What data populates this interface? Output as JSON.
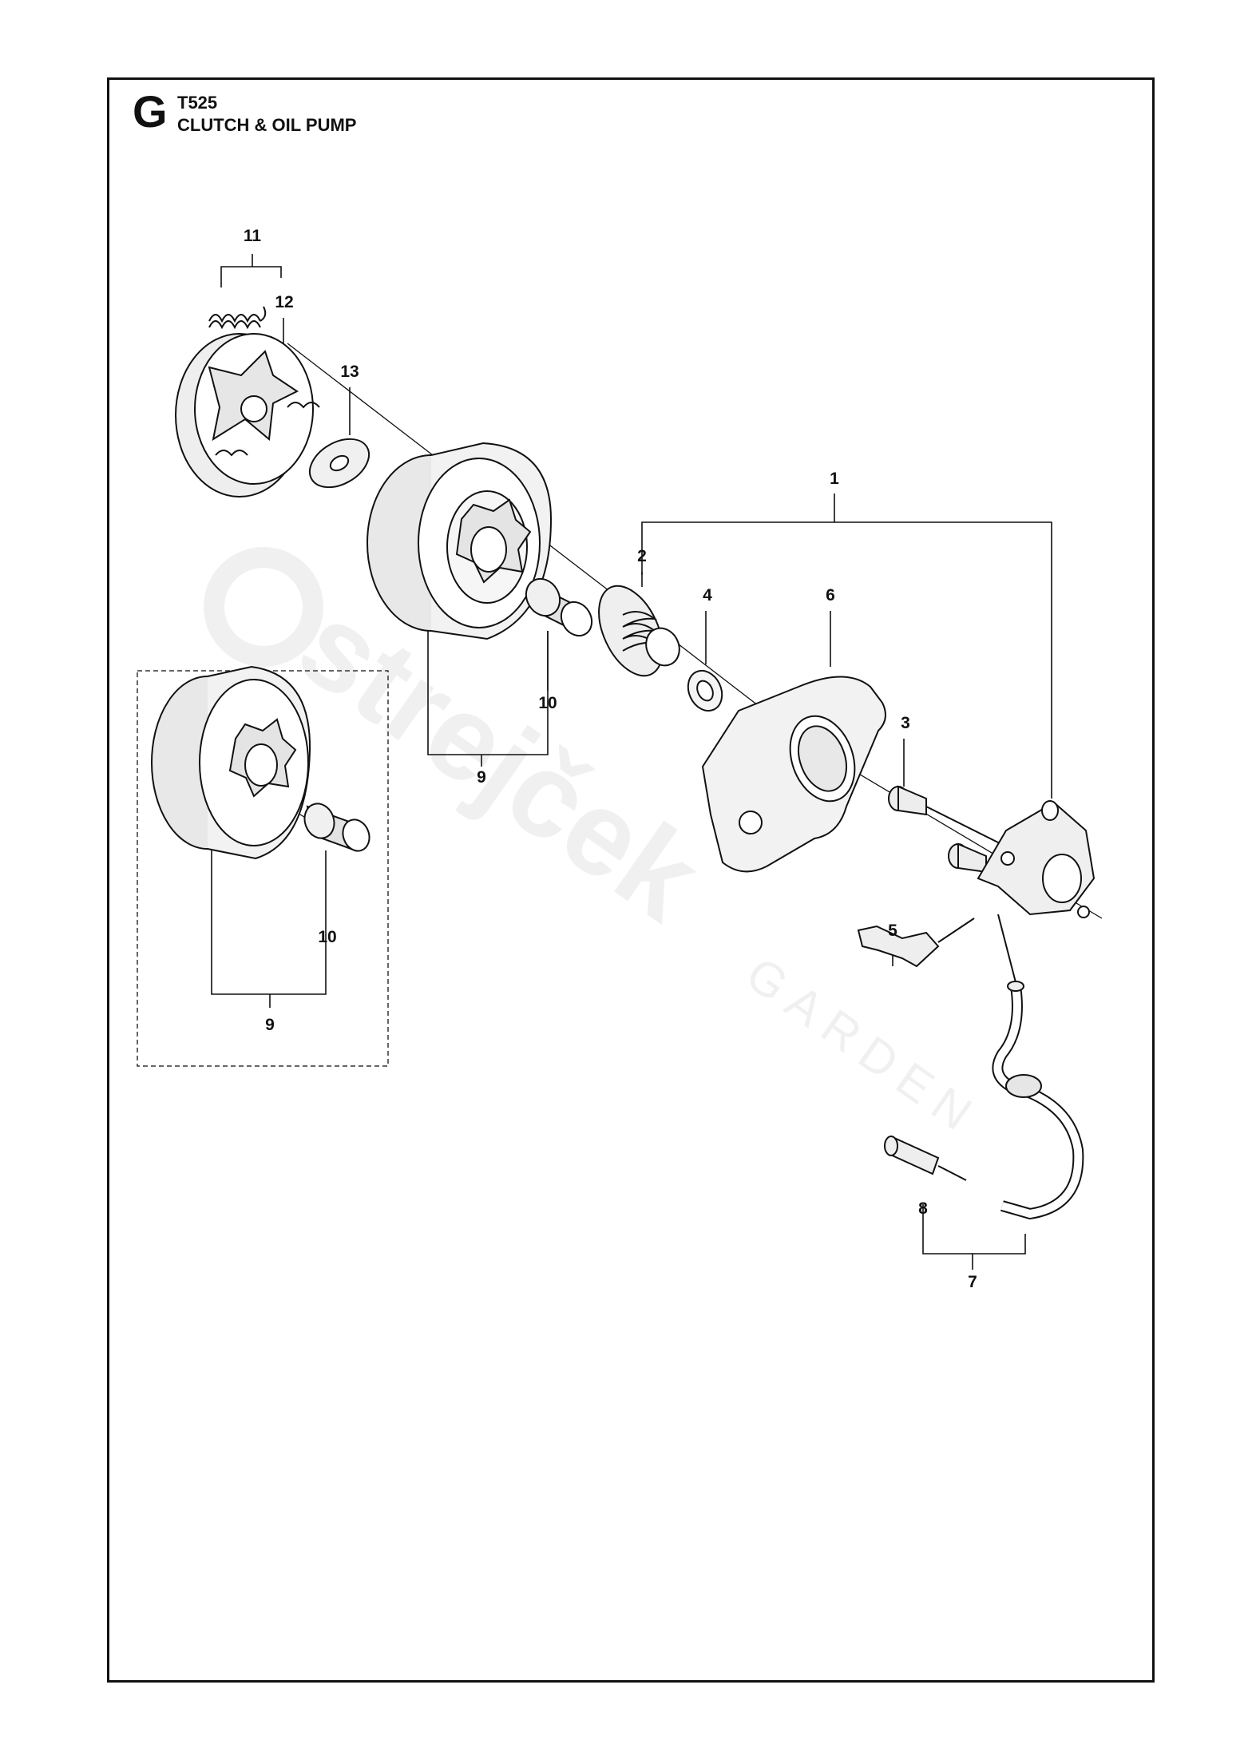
{
  "header": {
    "section_letter": "G",
    "model": "T525",
    "title": "CLUTCH & OIL PUMP"
  },
  "watermark": {
    "brand": "strejček",
    "sub": "GARDEN"
  },
  "callouts": {
    "c1": "1",
    "c2": "2",
    "c3": "3",
    "c4": "4",
    "c5": "5",
    "c6": "6",
    "c7": "7",
    "c8": "8",
    "c9a": "9",
    "c9b": "9",
    "c10a": "10",
    "c10b": "10",
    "c11": "11",
    "c12": "12",
    "c13": "13"
  },
  "colors": {
    "line": "#111111",
    "watermark": "#000000"
  }
}
